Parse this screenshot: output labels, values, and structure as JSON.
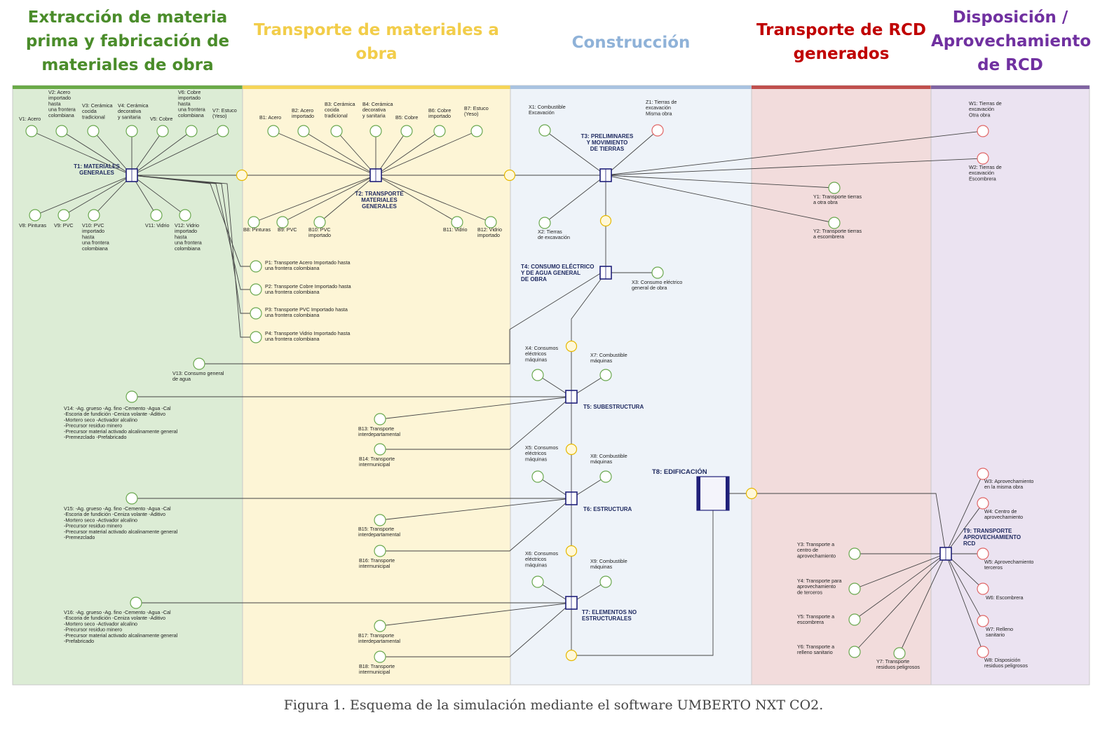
{
  "headers": [
    {
      "lines": [
        "Extracción de materia",
        "prima y fabricación de",
        "materiales de obra"
      ],
      "color": "#4a8c2a"
    },
    {
      "lines": [
        "Transporte de materiales a",
        "obra"
      ],
      "color": "#f2cd4a"
    },
    {
      "lines": [
        "Construcción"
      ],
      "color": "#8fb2d8"
    },
    {
      "lines": [
        "Transporte de RCD",
        "generados"
      ],
      "color": "#c00000"
    },
    {
      "lines": [
        "Disposición /",
        "Aprovechamiento",
        "de RCD"
      ],
      "color": "#7030a0"
    }
  ],
  "colors": {
    "zone_green": "#dcecd5",
    "zone_yellow": "#fdf5d6",
    "zone_blue": "#eef3f9",
    "zone_red": "#f2dcdc",
    "zone_purple": "#ebe3f1",
    "bar_green": "#6aaa48",
    "bar_yellow": "#f5d558",
    "bar_blue": "#a9c3e0",
    "bar_red": "#c0504d",
    "bar_purple": "#8064a2",
    "input_stroke": "#6aa84f",
    "output_stroke": "#e06666",
    "conn_stroke": "#e6b800",
    "trans_stroke": "#20207a",
    "line": "#444444"
  },
  "transitions": {
    "T1": "T1: MATERIALES\nGENERALES",
    "T2": "T2: TRANSPORTE\nMATERIALES\nGENERALES",
    "T3": "T3: PRELIMINARES\nY MOVIMIENTO\nDE TIERRAS",
    "T4": "T4: CONSUMO ELÉCTRICO\nY DE AGUA GENERAL\nDE OBRA",
    "T5": "T5: SUBESTRUCTURA",
    "T6": "T6: ESTRUCTURA",
    "T7": "T7: ELEMENTOS NO\nESTRUCTURALES",
    "T8": "T8: EDIFICACIÓN",
    "T9": "T9: TRANSPORTE\nAPROVECHAMIENTO\nRCD"
  },
  "places": {
    "V1": "V1: Acero",
    "V2": "V2: Acero\nimportado\nhasta\nuna frontera\ncolombiana",
    "V3": "V3: Cerámica\ncocida\ntradicional",
    "V4": "V4: Cerámica\ndecorativa\ny sanitaria",
    "V5": "V5: Cobre",
    "V6": "V6: Cobre\nimportado\nhasta\nuna frontera\ncolombiana",
    "V7": "V7: Estuco\n(Yeso)",
    "V8": "V8: Pinturas",
    "V9": "V9: PVC",
    "V10": "V10: PVC\nimportado\nhasta\nuna frontera\ncolombiana",
    "V11": "V11: Vidrio",
    "V12": "V12: Vidrio\nimportado\nhasta\nuna frontera\ncolombiana",
    "V13": "V13: Consumo general\nde agua",
    "V14": "V14: -Ag. grueso -Ag. fino -Cemento -Agua -Cal\n-Escoria de fundición -Ceniza volante -Aditivo\n-Mortero seco -Activador alcalino\n-Precursor residuo minero\n-Precursor material activado alcalinamente general\n-Premezclado -Prefabricado",
    "V15": "V15: -Ag. grueso -Ag. fino -Cemento -Agua -Cal\n-Escoria de fundición -Ceniza volante -Aditivo\n-Mortero seco -Activador alcalino\n-Precursor residuo minero\n-Precursor material activado alcalinamente general\n-Premezclado",
    "V16": "V16: -Ag. grueso -Ag. fino -Cemento -Agua -Cal\n-Escoria de fundición -Ceniza volante -Aditivo\n-Mortero seco -Activador alcalino\n-Precursor residuo minero\n-Precursor material activado alcalinamente general\n-Prefabricado",
    "B1": "B1: Acero",
    "B2": "B2: Acero\nimportado",
    "B3": "B3: Cerámica\ncocida\ntradicional",
    "B4": "B4: Cerámica\ndecorativa\ny sanitaria",
    "B5": "B5: Cobre",
    "B6": "B6: Cobre\nimportado",
    "B7": "B7: Estuco\n(Yeso)",
    "B8": "B8: Pinturas",
    "B9": "B9: PVC",
    "B10": "B10: PVC\nimportado",
    "B11": "B11: Vidrio",
    "B12": "B12: Vidrio\nimportado",
    "B13": "B13: Transporte\ninterdepartamental",
    "B14": "B14: Transporte\nintermunicipal",
    "B15": "B15: Transporte\ninterdepartamental",
    "B16": "B16: Transporte\nintermunicipal",
    "B17": "B17: Transporte\ninterdepartamental",
    "B18": "B18: Transporte\nintermunicipal",
    "P1": "P1: Transporte Acero Importado hasta\nuna frontera colombiana",
    "P2": "P2: Transporte Cobre Importado hasta\nuna frontera colombiana",
    "P3": "P3: Transporte PVC Importado hasta\nuna frontera colombiana",
    "P4": "P4: Transporte Vidrio Importado hasta\nuna frontera colombiana",
    "X1": "X1: Combustible\nExcavación",
    "X2": "X2: Tierras\nde excavación",
    "X3": "X3: Consumo eléctrico\ngeneral de obra",
    "X4": "X4: Consumos\neléctricos\nmáquinas",
    "X5": "X5: Consumos\neléctricos\nmáquinas",
    "X6": "X6: Consumos\neléctricos\nmáquinas",
    "X7": "X7: Combustible\nmáquinas",
    "X8": "X8: Combustible\nmáquinas",
    "X9": "X9: Combustible\nmáquinas",
    "Z1": "Z1: Tierras de\nexcavación\nMisma obra",
    "Y1": "Y1: Transporte tierras\na otra obra",
    "Y2": "Y2: Transporte tierras\na escombrera",
    "Y3": "Y3: Transporte a\ncentro de\naprovechamiento",
    "Y4": "Y4: Transporte para\naprovechamiento\nde terceros",
    "Y5": "Y5: Transporte a\nescombrera",
    "Y6": "Y6: Transporte a\nrelleno sanitario",
    "Y7": "Y7: Transporte\nresiduos peligrosos",
    "W1": "W1: Tierras de\nexcavación\nOtra obra",
    "W2": "W2: Tierras de\nexcavación\nEscombrera",
    "W3": "W3: Aprovechamiento\nen la misma obra",
    "W4": "W4: Centro de\naprovechamiento",
    "W5": "W5: Aprovechamiento\nterceros",
    "W6": "W6: Escombrera",
    "W7": "W7: Relleno\nsanitario",
    "W8": "W8: Disposición\nresiduos peligrosos"
  },
  "caption": "Figura 1. Esquema de la simulación mediante el software UMBERTO NXT CO2."
}
